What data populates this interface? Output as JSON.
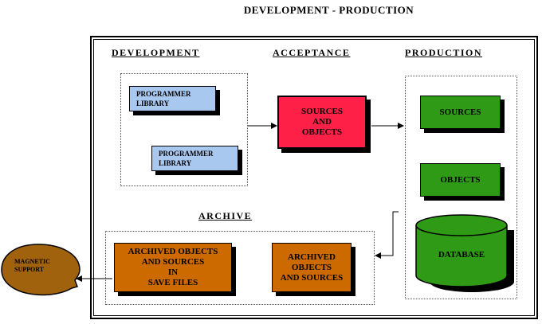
{
  "title": "DEVELOPMENT - PRODUCTION",
  "sections": {
    "development": "DEVELOPMENT",
    "acceptance": "ACCEPTANCE",
    "production": "PRODUCTION",
    "archive": "ARCHIVE"
  },
  "development": {
    "library1": [
      "PROGRAMMER",
      "LIBRARY"
    ],
    "library2": [
      "PROGRAMMER",
      "LIBRARY"
    ]
  },
  "acceptance": {
    "box": [
      "SOURCES",
      "AND",
      "OBJECTS"
    ]
  },
  "production": {
    "sources": "SOURCES",
    "objects": "OBJECTS",
    "database": "DATABASE"
  },
  "archive": {
    "save_files": [
      "ARCHIVED OBJECTS",
      "AND SOURCES",
      "IN",
      "SAVE FILES"
    ],
    "archived": [
      "ARCHIVED",
      "OBJECTS",
      "AND SOURCES"
    ]
  },
  "magnetic": [
    "MAGNETIC",
    "SUPPORT"
  ],
  "colors": {
    "programmer_library": "#a9c8f0",
    "acceptance": "#ff2048",
    "production": "#2e9a16",
    "archive": "#cc6a00",
    "magnetic": "#a0620c"
  }
}
